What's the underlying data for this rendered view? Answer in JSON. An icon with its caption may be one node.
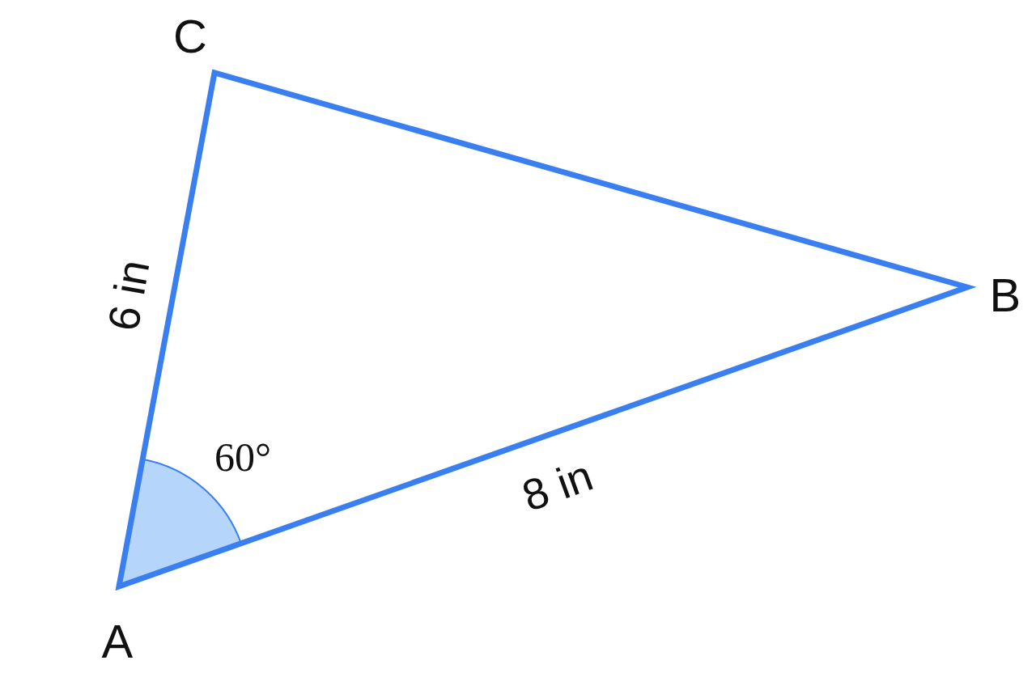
{
  "diagram": {
    "labels": [
      "C",
      "6 in",
      "B",
      "60°",
      "8 in",
      "A"
    ]
  }
}
